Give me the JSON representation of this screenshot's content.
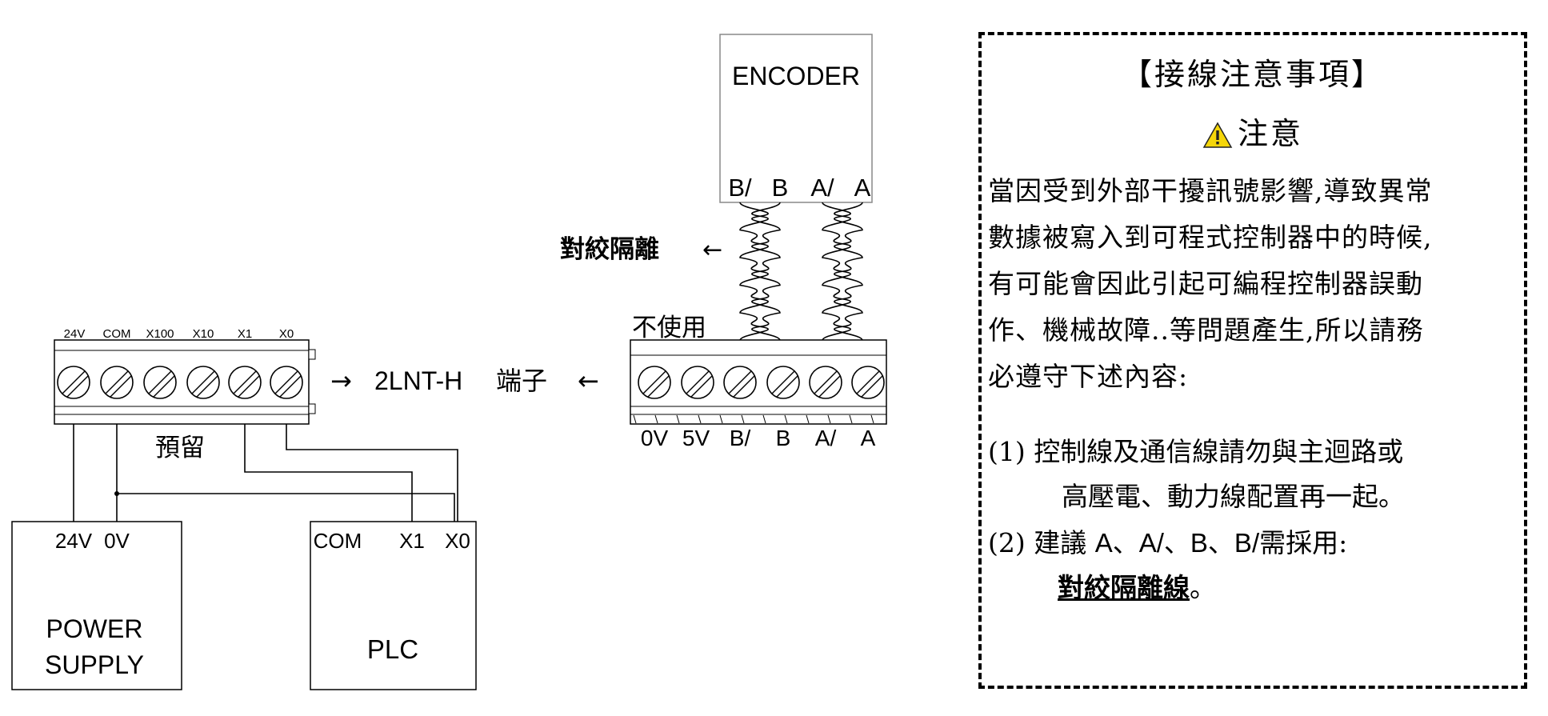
{
  "encoder": {
    "title": "ENCODER",
    "pins": [
      "B/",
      "B",
      "A/",
      "A"
    ]
  },
  "twist_label": "對絞隔離",
  "twist_arrow": "←",
  "unused_label": "不使用",
  "left_terminal": {
    "labels": [
      "24V",
      "COM",
      "X100",
      "X10",
      "X1",
      "X0"
    ]
  },
  "right_terminal": {
    "labels": [
      "0V",
      "5V",
      "B/",
      "B",
      "A/",
      "A"
    ]
  },
  "center_label": {
    "arrow_right": "→",
    "text": "2LNT-H",
    "suffix": "端子",
    "arrow_left": "←"
  },
  "reserved_label": "預留",
  "power_supply": {
    "pins": [
      "24V",
      "0V"
    ],
    "name_line1": "POWER",
    "name_line2": "SUPPLY"
  },
  "plc": {
    "pins": [
      "COM",
      "X1",
      "X0"
    ],
    "name": "PLC"
  },
  "notes": {
    "title": "【接線注意事項】",
    "caution": "注意",
    "body_lines": [
      "當因受到外部干擾訊號影響,導致異常",
      "數據被寫入到可程式控制器中的時候,",
      "有可能會因此引起可編程控制器誤動",
      "作、機械故障..等問題產生,所以請務",
      "必遵守下述內容:"
    ],
    "item1_line1": "(1) 控制線及通信線請勿與主迴路或",
    "item1_line2": "高壓電、動力線配置再一起。",
    "item2_prefix": "(2) 建議",
    "item2_signals": "A、A/、B、B/",
    "item2_suffix": "需採用:",
    "item2_emph": "對絞隔離線",
    "item2_end": "。"
  },
  "colors": {
    "warning_fill": "#f5d60a",
    "line": "#000000",
    "terminal_fill": "#ffffff"
  }
}
